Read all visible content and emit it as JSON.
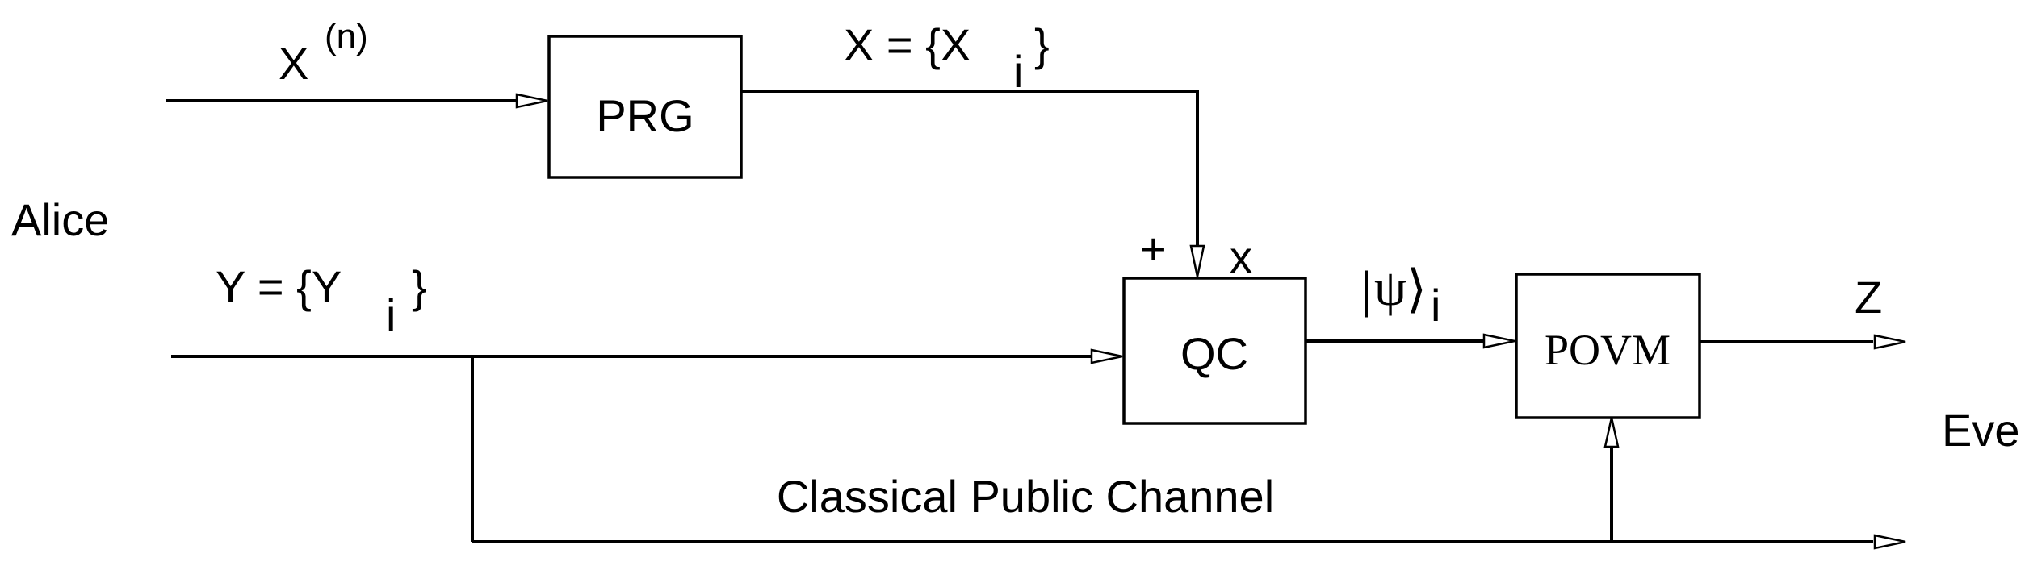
{
  "nodes": {
    "prg": "PRG",
    "qc": "QC",
    "povm": "POVM"
  },
  "labels": {
    "alice": "Alice",
    "eve": "Eve",
    "x_n_base": "X",
    "x_n_sup": "(n)",
    "x_set": "X = {X",
    "x_set_sub": "i",
    "x_set_close": "}",
    "y_set": "Y = {Y",
    "y_set_sub": "i",
    "y_set_close": "}",
    "plus": "+",
    "x_input": "x",
    "psi_bar": "|",
    "psi": "ψ",
    "psi_angle": "⟩",
    "psi_sub": "i",
    "z": "Z",
    "classical_channel": "Classical Public Channel"
  },
  "colors": {
    "line": "#000000",
    "background": "#ffffff"
  }
}
